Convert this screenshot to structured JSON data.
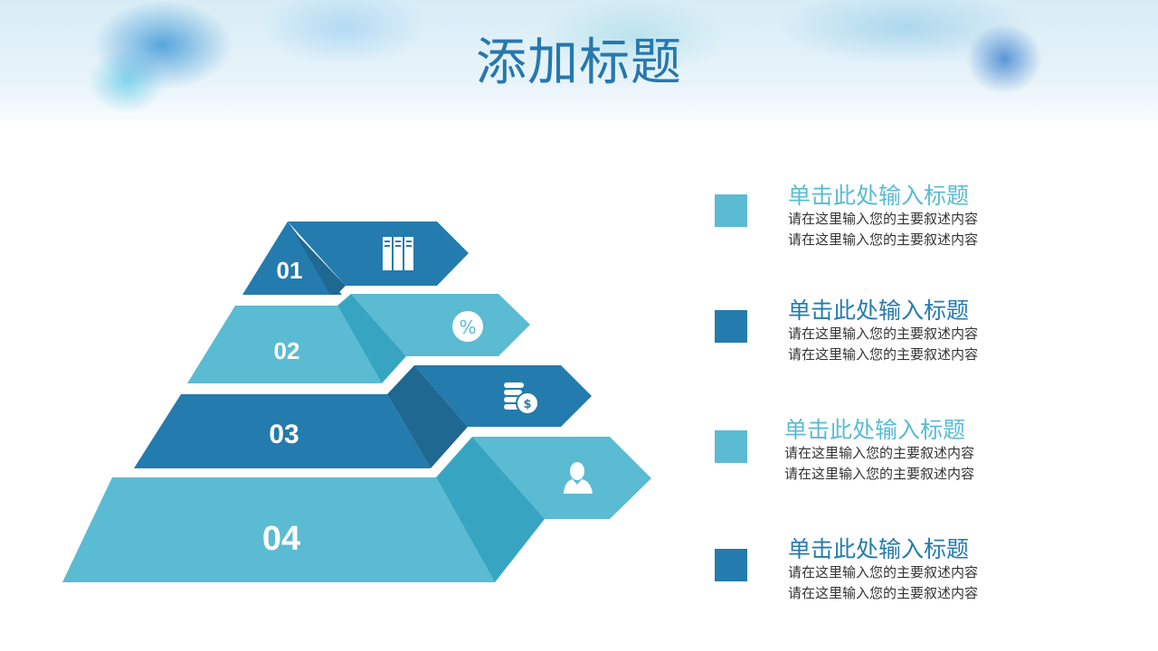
{
  "title": "添加标题",
  "pyramid": [
    {
      "number": "01",
      "icon": "books-icon"
    },
    {
      "number": "02",
      "icon": "percent-badge-icon"
    },
    {
      "number": "03",
      "icon": "coins-dollar-icon"
    },
    {
      "number": "04",
      "icon": "user-icon"
    }
  ],
  "items": [
    {
      "title": "单击此处输入标题",
      "line1": "请在这里输入您的主要叙述内容",
      "line2": "请在这里输入您的主要叙述内容",
      "color": "#5abbd3"
    },
    {
      "title": "单击此处输入标题",
      "line1": "请在这里输入您的主要叙述内容",
      "line2": "请在这里输入您的主要叙述内容",
      "color": "#247bae"
    },
    {
      "title": "单击此处输入标题",
      "line1": "请在这里输入您的主要叙述内容",
      "line2": "请在这里输入您的主要叙述内容",
      "color": "#5abbd3"
    },
    {
      "title": "单击此处输入标题",
      "line1": "请在这里输入您的主要叙述内容",
      "line2": "请在这里输入您的主要叙述内容",
      "color": "#247bae"
    }
  ],
  "colors": {
    "dark": "#247bae",
    "light": "#5abbd3",
    "mid": "#37a5c2",
    "shade": "#1f6891"
  }
}
